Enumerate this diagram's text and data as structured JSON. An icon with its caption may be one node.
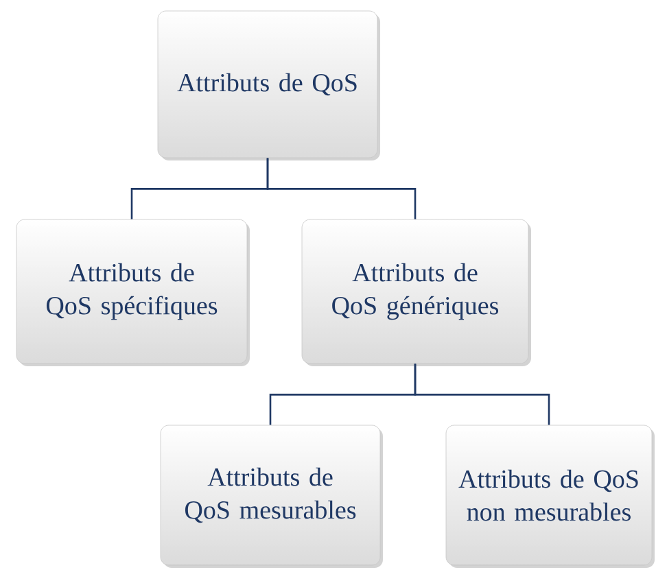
{
  "diagram": {
    "nodes": [
      {
        "text": [
          "Attributs de QoS"
        ]
      },
      {
        "text": [
          "Attributs de QoS spécifiques"
        ]
      },
      {
        "text": [
          "Attributs de QoS génériques"
        ]
      },
      {
        "text": [
          "Attributs de QoS mesurables"
        ]
      },
      {
        "text": [
          "Attributs de QoS non mesurables"
        ]
      }
    ],
    "edges": [
      {
        "from": 0,
        "to": 1,
        "arrow": "none"
      },
      {
        "from": 0,
        "to": 2,
        "arrow": "none"
      },
      {
        "from": 2,
        "to": 3,
        "arrow": "none"
      },
      {
        "from": 2,
        "to": 4,
        "arrow": "none"
      }
    ]
  }
}
